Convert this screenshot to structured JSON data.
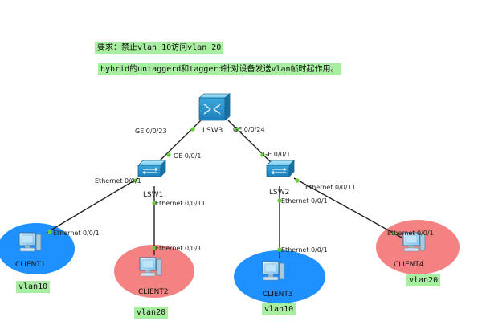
{
  "notes": {
    "requirement": "要求：禁止vlan 10访问vlan 20",
    "hybrid": "hybrid的untaggerd和taggerd针对设备发送vlan帧时起作用。"
  },
  "devices": {
    "lsw3": {
      "label": "LSW3",
      "icon": "switch-icon"
    },
    "lsw1": {
      "label": "LSW1",
      "icon": "switch-icon"
    },
    "lsw2": {
      "label": "LSW2",
      "icon": "switch-icon"
    }
  },
  "clients": {
    "client1": {
      "label": "CLIENT1",
      "vlan": "vlan10",
      "color": "#1e90ff",
      "icon": "pc-icon"
    },
    "client2": {
      "label": "CLIENT2",
      "vlan": "vlan20",
      "color": "#f58282",
      "icon": "pc-icon"
    },
    "client3": {
      "label": "CLIENT3",
      "vlan": "vlan10",
      "color": "#1e90ff",
      "icon": "pc-icon"
    },
    "client4": {
      "label": "CLIENT4",
      "vlan": "vlan20",
      "color": "#f58282",
      "icon": "pc-icon"
    }
  },
  "ports": {
    "lsw3_left": "GE 0/0/23",
    "lsw3_right": "GE 0/0/24",
    "lsw1_up": "GE 0/0/1",
    "lsw1_left": "Ethernet 0/0/1",
    "lsw1_down": "Ethernet 0/0/11",
    "lsw2_up": "GE 0/0/1",
    "lsw2_down": "Ethernet 0/0/1",
    "lsw2_right": "Ethernet 0/0/11",
    "client1_port": "Ethernet 0/0/1",
    "client2_port": "Ethernet 0/0/1",
    "client3_port": "Ethernet 0/0/1",
    "client4_port": "Ethernet 0/0/1"
  },
  "colors": {
    "link": "#222222",
    "port_dot": "#66cc33",
    "switch_body": "#4db8e8",
    "note_bg": "#a8eea0"
  }
}
